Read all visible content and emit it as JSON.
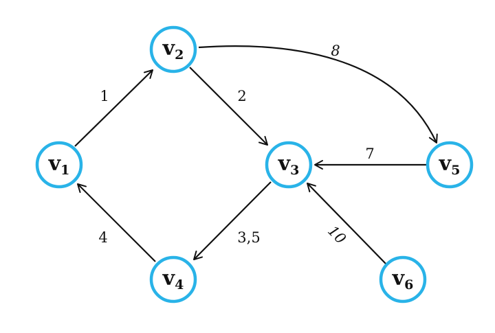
{
  "colors": {
    "node_stroke": "#29b3e8",
    "edge": "#111111",
    "text": "#111111",
    "background": "#ffffff"
  },
  "nodes": [
    {
      "id": "v1",
      "letter": "v",
      "sub": "1"
    },
    {
      "id": "v2",
      "letter": "v",
      "sub": "2"
    },
    {
      "id": "v3",
      "letter": "v",
      "sub": "3"
    },
    {
      "id": "v4",
      "letter": "v",
      "sub": "4"
    },
    {
      "id": "v5",
      "letter": "v",
      "sub": "5"
    },
    {
      "id": "v6",
      "letter": "v",
      "sub": "6"
    }
  ],
  "edges": [
    {
      "from": "v1",
      "to": "v2",
      "weight": "1"
    },
    {
      "from": "v2",
      "to": "v3",
      "weight": "2"
    },
    {
      "from": "v2",
      "to": "v5",
      "weight": "8"
    },
    {
      "from": "v5",
      "to": "v3",
      "weight": "7"
    },
    {
      "from": "v3",
      "to": "v4",
      "weight": "3,5"
    },
    {
      "from": "v4",
      "to": "v1",
      "weight": "4"
    },
    {
      "from": "v6",
      "to": "v3",
      "weight": "10"
    }
  ]
}
